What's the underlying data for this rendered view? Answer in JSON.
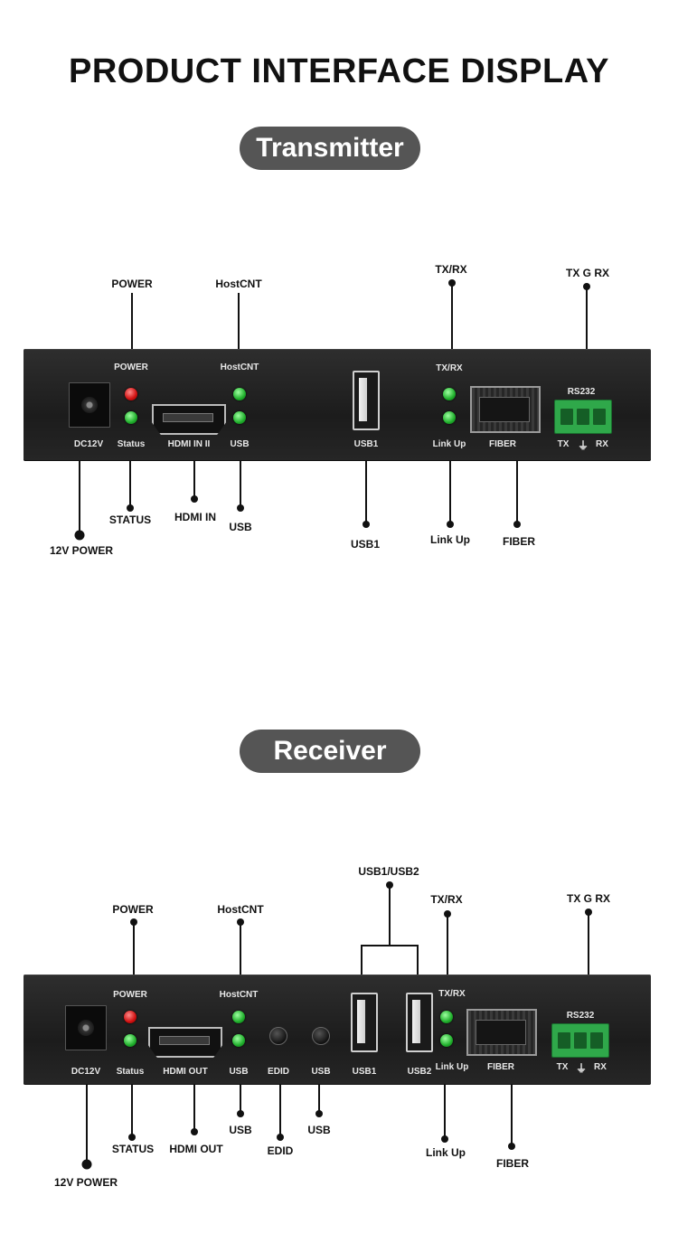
{
  "page_title": "PRODUCT INTERFACE DISPLAY",
  "transmitter": {
    "heading": "Transmitter",
    "external_labels": {
      "power": "POWER",
      "hostcnt": "HostCNT",
      "txrx": "TX/RX",
      "txgrx": "TX G RX",
      "status": "STATUS",
      "hdmi_in": "HDMI IN",
      "usb": "USB",
      "usb1": "USB1",
      "link_up": "Link Up",
      "fiber": "FIBER",
      "power_12v": "12V POWER"
    },
    "panel_labels": {
      "power": "POWER",
      "hostcnt": "HostCNT",
      "dc12v": "DC12V",
      "status": "Status",
      "hdmi_in": "HDMI IN II",
      "usb": "USB",
      "usb1": "USB1",
      "txrx": "TX/RX",
      "link_up": "Link Up",
      "fiber": "FIBER",
      "rs232": "RS232",
      "tx": "TX",
      "ground": "⏚",
      "rx": "RX"
    }
  },
  "receiver": {
    "heading": "Receiver",
    "external_labels": {
      "usb1_usb2": "USB1/USB2",
      "power": "POWER",
      "hostcnt": "HostCNT",
      "txrx": "TX/RX",
      "txgrx": "TX G RX",
      "status": "STATUS",
      "hdmi_out": "HDMI OUT",
      "usb_a": "USB",
      "edid": "EDID",
      "usb_b": "USB",
      "link_up": "Link Up",
      "fiber": "FIBER",
      "power_12v": "12V POWER"
    },
    "panel_labels": {
      "power": "POWER",
      "hostcnt": "HostCNT",
      "dc12v": "DC12V",
      "status": "Status",
      "hdmi_out": "HDMI OUT",
      "usb": "USB",
      "edid": "EDID",
      "usb_b": "USB",
      "usb1": "USB1",
      "usb2": "USB2",
      "txrx": "TX/RX",
      "link_up": "Link Up",
      "fiber": "FIBER",
      "rs232": "RS232",
      "tx": "TX",
      "ground": "⏚",
      "rx": "RX"
    }
  },
  "colors": {
    "pill": "#555555",
    "device": "#222222",
    "led_red": "#d01010",
    "led_green": "#1fae2b",
    "terminal": "#2fa84a"
  }
}
